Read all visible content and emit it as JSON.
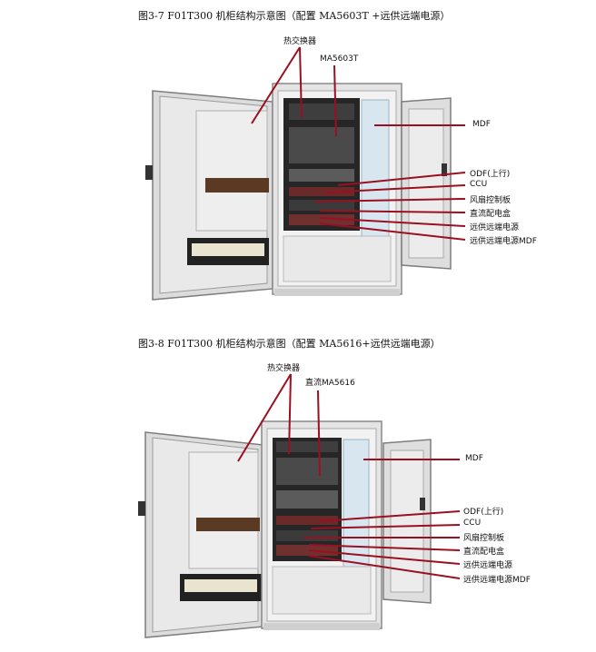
{
  "figure1": {
    "caption": "图3-7  F01T300 机柜结构示意图（配置 MA5603T +远供远端电源）",
    "labels": {
      "heat_exchanger": "热交换器",
      "ma5603t": "MA5603T",
      "mdf": "MDF",
      "odf": "ODF(上行)",
      "ccu": "CCU",
      "fan": "风扇控制板",
      "dc_box": "直流配电盒",
      "remote_power": "远供远端电源",
      "remote_mdf": "远供远端电源MDF"
    }
  },
  "figure2": {
    "caption": "图3-8  F01T300 机柜结构示意图（配置 MA5616+远供远端电源）",
    "labels": {
      "heat_exchanger": "热交换器",
      "ma5616": "直流MA5616",
      "mdf": "MDF",
      "odf": "ODF(上行)",
      "ccu": "CCU",
      "fan": "风扇控制板",
      "dc_box": "直流配电盒",
      "remote_power": "远供远端电源",
      "remote_mdf": "远供远端电源MDF"
    }
  },
  "colors": {
    "callout_line": "#9a1020",
    "cabinet": "#e6e6e6",
    "cabinet_edge": "#8a8a8a",
    "dark": "#2b2b2b"
  }
}
